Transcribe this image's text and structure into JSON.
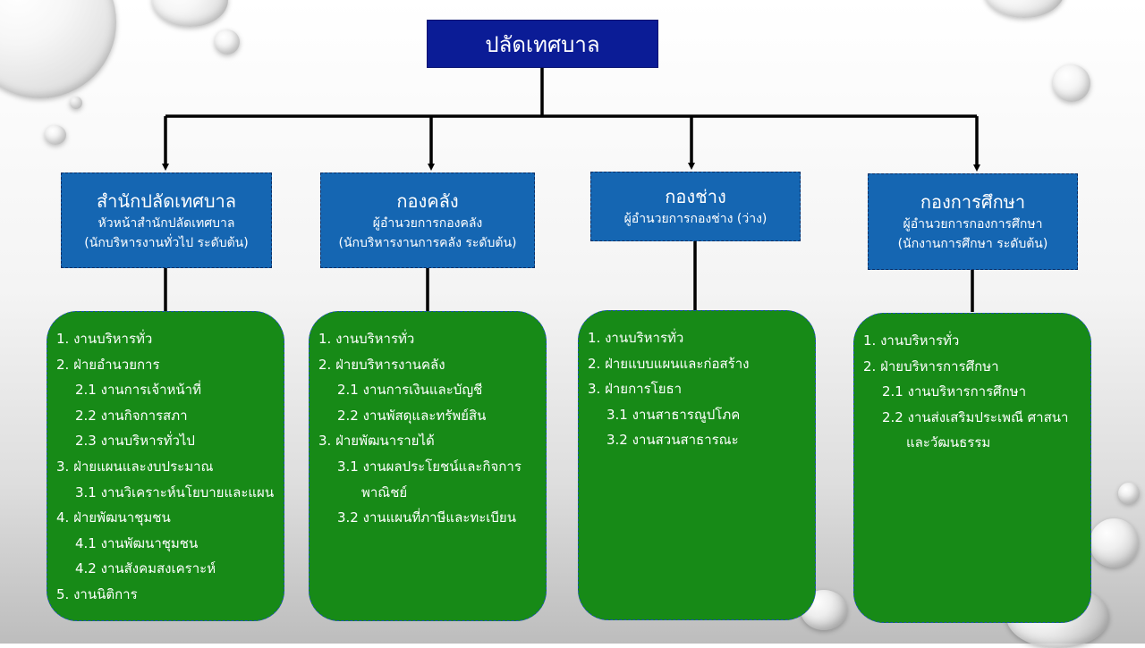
{
  "top": {
    "label": "ปลัดเทศบาล"
  },
  "departments": [
    {
      "name": "สำนักปลัดเทศบาล",
      "head": "หัวหน้าสำนักปลัดเทศบาล",
      "rank": "(นักบริหารงานทั่วไป ระดับต้น)",
      "tasks": [
        {
          "text": "1. งานบริหารทั่ว",
          "level": 0
        },
        {
          "text": "2. ฝ่ายอำนวยการ",
          "level": 0
        },
        {
          "text": "2.1 งานการเจ้าหน้าที่",
          "level": 1
        },
        {
          "text": "2.2 งานกิจการสภา",
          "level": 1
        },
        {
          "text": "2.3 งานบริหารทั่วไป",
          "level": 1
        },
        {
          "text": "3. ฝ่ายแผนและงบประมาณ",
          "level": 0
        },
        {
          "text": "3.1 งานวิเคราะห์นโยบายและแผน",
          "level": 1
        },
        {
          "text": "4. ฝ่ายพัฒนาชุมชน",
          "level": 0
        },
        {
          "text": "4.1 งานพัฒนาชุมชน",
          "level": 1
        },
        {
          "text": "4.2 งานสังคมสงเคราะห์",
          "level": 1
        },
        {
          "text": "5.  งานนิติการ",
          "level": 0
        }
      ]
    },
    {
      "name": "กองคลัง",
      "head": "ผู้อำนวยการกองคลัง",
      "rank": "(นักบริหารงานการคลัง ระดับต้น)",
      "tasks": [
        {
          "text": "1. งานบริหารทั่ว",
          "level": 0
        },
        {
          "text": "2. ฝ่ายบริหารงานคลัง",
          "level": 0
        },
        {
          "text": "2.1 งานการเงินและบัญชี",
          "level": 1
        },
        {
          "text": "2.2 งานพัสดุและทรัพย์สิน",
          "level": 1
        },
        {
          "text": "3. ฝ่ายพัฒนารายได้",
          "level": 0
        },
        {
          "text": "3.1 งานผลประโยชน์และกิจการ",
          "level": 1
        },
        {
          "text": "พาณิชย์",
          "level": 2
        },
        {
          "text": "3.2 งานแผนที่ภาษีและทะเบียน",
          "level": 1
        }
      ]
    },
    {
      "name": "กองช่าง",
      "head": "ผู้อำนวยการกองช่าง (ว่าง)",
      "rank": "",
      "tasks": [
        {
          "text": "1. งานบริหารทั่ว",
          "level": 0
        },
        {
          "text": "2. ฝ่ายแบบแผนและก่อสร้าง",
          "level": 0
        },
        {
          "text": "3. ฝ่ายการโยธา",
          "level": 0
        },
        {
          "text": "3.1 งานสาธารณูปโภค",
          "level": 1
        },
        {
          "text": "3.2 งานสวนสาธารณะ",
          "level": 1
        }
      ]
    },
    {
      "name": "กองการศึกษา",
      "head": "ผู้อำนวยการกองการศึกษา",
      "rank": "(นักงานการศึกษา ระดับต้น)",
      "tasks": [
        {
          "text": "1. งานบริหารทั่ว",
          "level": 0
        },
        {
          "text": "2. ฝ่ายบริหารการศึกษา",
          "level": 0
        },
        {
          "text": "2.1 งานบริหารการศึกษา",
          "level": 1
        },
        {
          "text": "2.2 งานส่งเสริมประเพณี ศาสนา",
          "level": 1
        },
        {
          "text": "และวัฒนธรรม",
          "level": 2
        }
      ]
    }
  ],
  "colors": {
    "top_box": "#0b1c96",
    "department_box": "#1566b2",
    "task_panel": "#178a17",
    "connector": "#000000"
  }
}
